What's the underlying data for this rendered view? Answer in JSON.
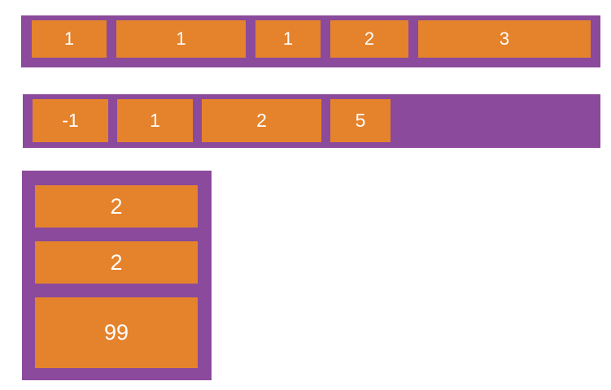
{
  "figure": {
    "colors": {
      "container_purple": "#8b4a9b",
      "item_orange": "#e5832c",
      "label_text": "#ffffff",
      "page_background": "#ffffff"
    },
    "containers": [
      {
        "direction": "row",
        "items": [
          {
            "label": "1"
          },
          {
            "label": "1"
          },
          {
            "label": "1"
          },
          {
            "label": "2"
          },
          {
            "label": "3"
          }
        ]
      },
      {
        "direction": "row",
        "items": [
          {
            "label": "-1"
          },
          {
            "label": "1"
          },
          {
            "label": "2"
          },
          {
            "label": "5"
          }
        ]
      },
      {
        "direction": "column",
        "items": [
          {
            "label": "2"
          },
          {
            "label": "2"
          },
          {
            "label": "99"
          }
        ]
      }
    ]
  }
}
